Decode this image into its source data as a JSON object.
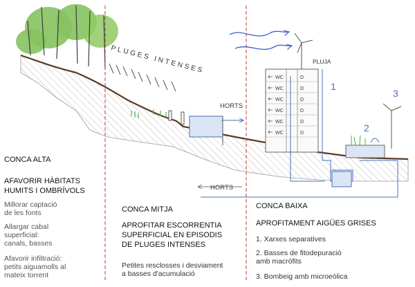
{
  "colors": {
    "terrain_line": "#5a3a22",
    "hatch": "#b9b9b9",
    "divider": "#cc3333",
    "water": "#4a6fb8",
    "tree": "#86c25e",
    "grass": "#4caf50"
  },
  "labels": {
    "rain": "PLUGES INTENSES",
    "pluja": "PLUJA",
    "horts_top": "HORTS",
    "horts_bottom": "HORTS",
    "wc": "WC",
    "d": "D",
    "n1": "1",
    "n2": "2",
    "n3": "3"
  },
  "zones": {
    "alta": {
      "title": "CONCA ALTA",
      "heading": [
        "AFAVORIR HÀBITATS",
        "HUMITS I OMBRÍVOLS"
      ],
      "items": [
        [
          "Millorar captació",
          "de les fonts"
        ],
        [
          "Allargar cabal",
          "superficial:",
          "canals, basses"
        ],
        [
          "Afavorir infiltració:",
          "petits aiguamolls al",
          "mateix torrent"
        ]
      ]
    },
    "mitja": {
      "title": "CONCA MITJA",
      "heading": [
        "APROFITAR ESCORRENTIA",
        "SUPERFICIAL EN EPISODIS",
        "DE PLUGES INTENSES"
      ],
      "items": [
        [
          "Petites resclosses i desviament",
          "a basses d'acumulació"
        ]
      ]
    },
    "baixa": {
      "title": "CONCA BAIXA",
      "heading": [
        "APROFITAMENT AIGÜES GRISES"
      ],
      "items": [
        [
          "1. Xarxes separatives"
        ],
        [
          "2. Basses de fitodepuració",
          "amb macròfits"
        ],
        [
          "3. Bombeig amb microeòlica"
        ]
      ]
    }
  }
}
